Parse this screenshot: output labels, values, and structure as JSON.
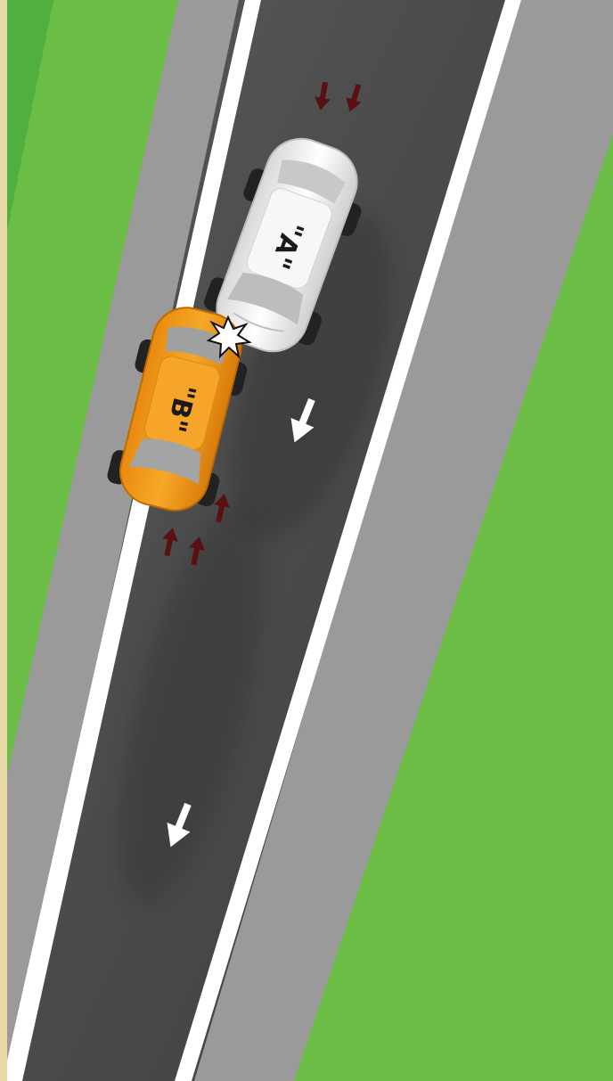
{
  "scene": {
    "colors": {
      "border": "#e8d8a8",
      "grass_light": "#6cbd45",
      "grass_dark": "#4fb040",
      "shoulder": "#9a9a9a",
      "asphalt": "#4a4a4a",
      "lane_line": "#ffffff",
      "car_a_body": "#f2f2f2",
      "car_b_body": "#f4a020",
      "force_arrow": "#5a1010",
      "travel_arrow": "#ffffff"
    },
    "vehicles": [
      {
        "id": "A",
        "label": "\"A\"",
        "color_key": "car_a_body"
      },
      {
        "id": "B",
        "label": "\"B\"",
        "color_key": "car_b_body"
      }
    ],
    "icons": {
      "impact": "collision-star-icon",
      "force": "force-arrow-icon",
      "travel": "travel-direction-icon"
    }
  }
}
